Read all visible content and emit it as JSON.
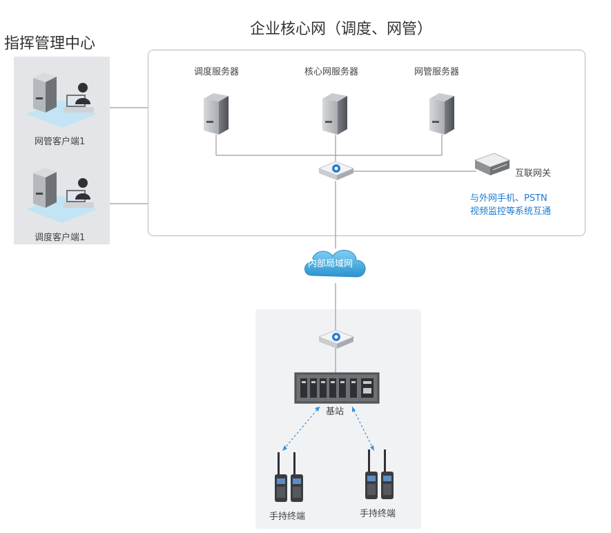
{
  "diagram": {
    "core_title": "企业核心网（调度、网管）",
    "command_center_title": "指挥管理中心",
    "servers": {
      "dispatch": "调度服务器",
      "core": "核心网服务器",
      "nms": "网管服务器"
    },
    "clients": {
      "nms_client": "网管客户端1",
      "dispatch_client": "调度客户端1"
    },
    "gateway": {
      "label": "互联网关",
      "note_line1": "与外网手机、PSTN",
      "note_line2": "视频监控等系统互通"
    },
    "lan_label": "内部局域网",
    "base_station_label": "基站",
    "handheld_left_label": "手持终端",
    "handheld_right_label": "手持终端"
  },
  "colors": {
    "note_blue": "#1a7bd0",
    "cloud_blue": "#3aa7dd",
    "panel_gray": "#e4e5e8",
    "line_gray": "#9a9a9a",
    "dashed_blue": "#3b8fd4"
  }
}
